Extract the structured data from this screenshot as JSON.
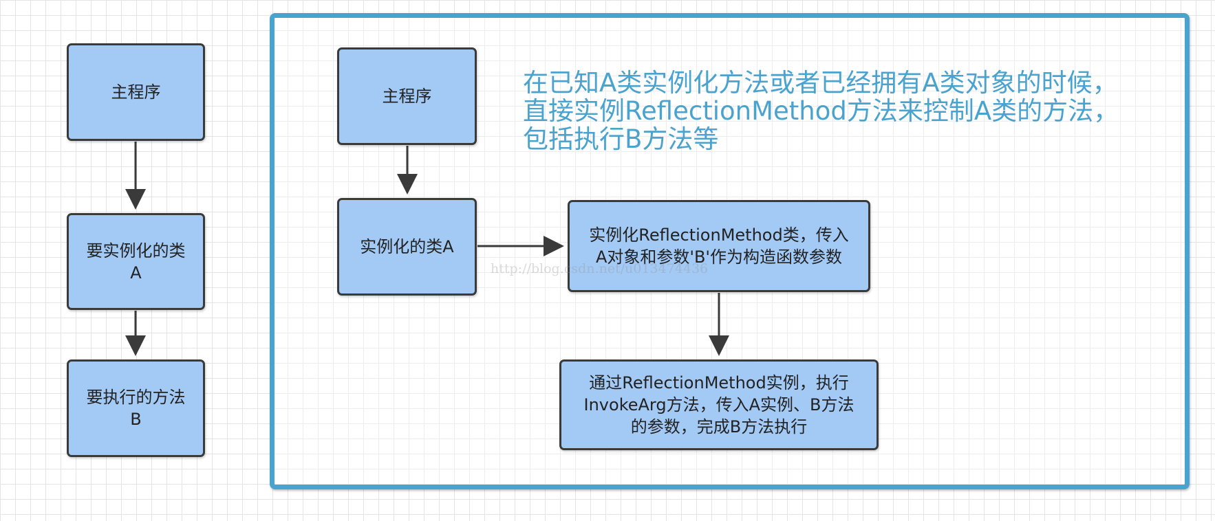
{
  "left_flow": {
    "main_program": "主程序",
    "class_line1": "要实例化的类",
    "class_line2": "A",
    "method_line1": "要执行的方法",
    "method_line2": "B"
  },
  "right_flow": {
    "main_program": "主程序",
    "instantiated_class": "实例化的类A",
    "reflection_line1": "实例化ReflectionMethod类，传入",
    "reflection_line2": "A对象和参数'B'作为构造函数参数",
    "invoke_line1": "通过ReflectionMethod实例，执行",
    "invoke_line2": "InvokeArg方法，传入A实例、B方法",
    "invoke_line3": "的参数，完成B方法执行"
  },
  "note": {
    "line1": "在已知A类实例化方法或者已经拥有A类对象的时候，",
    "line2": "直接实例ReflectionMethod方法来控制A类的方法，",
    "line3": "包括执行B方法等"
  },
  "watermark": "http://blog.csdn.net/u013474436",
  "colors": {
    "node_fill": "#a3c9f5",
    "node_border": "#3a3a3a",
    "frame_and_note": "#4aa3cf",
    "grid": "#e4e4e4"
  }
}
